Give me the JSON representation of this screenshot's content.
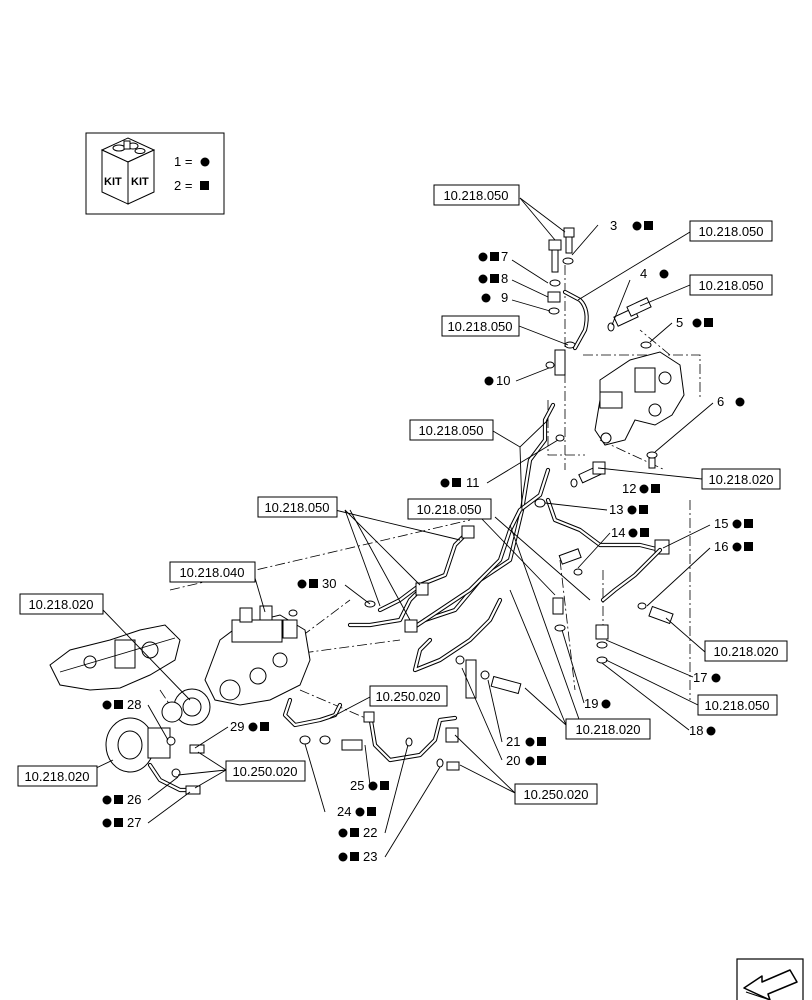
{
  "kit_legend": {
    "kit_text_left": "KIT",
    "kit_text_right": "KIT",
    "line1": "1 =",
    "line2": "2 ="
  },
  "part_labels": [
    {
      "id": "p3",
      "text": "3"
    },
    {
      "id": "p4",
      "text": "4"
    },
    {
      "id": "p5",
      "text": "5"
    },
    {
      "id": "p6",
      "text": "6"
    },
    {
      "id": "p7",
      "text": "7"
    },
    {
      "id": "p8",
      "text": "8"
    },
    {
      "id": "p9",
      "text": "9"
    },
    {
      "id": "p10",
      "text": "10"
    },
    {
      "id": "p11",
      "text": "11"
    },
    {
      "id": "p12",
      "text": "12"
    },
    {
      "id": "p13",
      "text": "13"
    },
    {
      "id": "p14",
      "text": "14"
    },
    {
      "id": "p15",
      "text": "15"
    },
    {
      "id": "p16",
      "text": "16"
    },
    {
      "id": "p17",
      "text": "17"
    },
    {
      "id": "p18",
      "text": "18"
    },
    {
      "id": "p19",
      "text": "19"
    },
    {
      "id": "p20",
      "text": "20"
    },
    {
      "id": "p21",
      "text": "21"
    },
    {
      "id": "p22",
      "text": "22"
    },
    {
      "id": "p23",
      "text": "23"
    },
    {
      "id": "p24",
      "text": "24"
    },
    {
      "id": "p25",
      "text": "25"
    },
    {
      "id": "p26",
      "text": "26"
    },
    {
      "id": "p27",
      "text": "27"
    },
    {
      "id": "p28",
      "text": "28"
    },
    {
      "id": "p29",
      "text": "29"
    },
    {
      "id": "p30",
      "text": "30"
    }
  ],
  "references": [
    {
      "id": "r1",
      "text": "10.218.050"
    },
    {
      "id": "r2",
      "text": "10.218.050"
    },
    {
      "id": "r3",
      "text": "10.218.050"
    },
    {
      "id": "r4",
      "text": "10.218.050"
    },
    {
      "id": "r5",
      "text": "10.218.050"
    },
    {
      "id": "r6",
      "text": "10.218.020"
    },
    {
      "id": "r7",
      "text": "10.218.050"
    },
    {
      "id": "r8",
      "text": "10.218.050"
    },
    {
      "id": "r9",
      "text": "10.218.040"
    },
    {
      "id": "r10",
      "text": "10.218.020"
    },
    {
      "id": "r11",
      "text": "10.218.020"
    },
    {
      "id": "r12",
      "text": "10.218.050"
    },
    {
      "id": "r13",
      "text": "10.218.020"
    },
    {
      "id": "r14",
      "text": "10.250.020"
    },
    {
      "id": "r15",
      "text": "10.218.020"
    },
    {
      "id": "r16",
      "text": "10.250.020"
    },
    {
      "id": "r17",
      "text": "10.250.020"
    }
  ],
  "colors": {
    "line": "#000000",
    "background": "#ffffff"
  },
  "icons": [
    "kit-icon",
    "circle-marker-icon",
    "square-marker-icon",
    "next-page-arrow-icon"
  ]
}
